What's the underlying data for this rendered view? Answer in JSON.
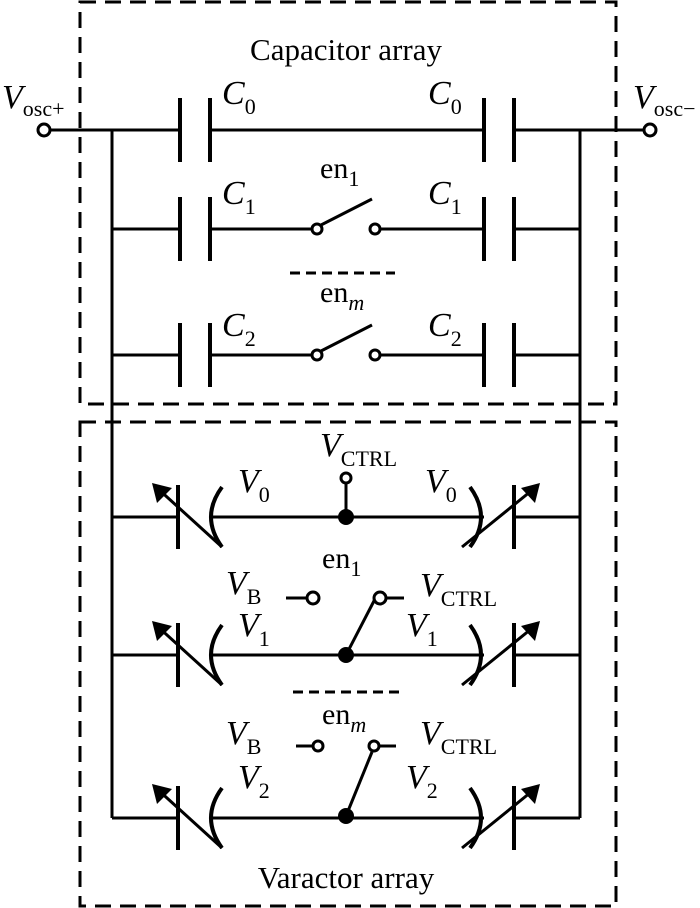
{
  "capacitor_array": {
    "title": "Capacitor array",
    "port_left": {
      "main": "V",
      "sub": "osc+"
    },
    "port_right": {
      "main": "V",
      "sub": "osc−"
    },
    "rows": [
      {
        "cap": {
          "main": "C",
          "sub": "0"
        },
        "switch": null
      },
      {
        "cap": {
          "main": "C",
          "sub": "1"
        },
        "switch": {
          "main": "en",
          "sub": "1"
        }
      },
      {
        "cap": {
          "main": "C",
          "sub": "2"
        },
        "switch": {
          "main": "en",
          "sub": "m"
        }
      }
    ]
  },
  "varactor_array": {
    "title": "Varactor array",
    "ctrl": {
      "main": "V",
      "sub": "CTRL"
    },
    "bias": {
      "main": "V",
      "sub": "B"
    },
    "rows": [
      {
        "var": {
          "main": "V",
          "sub": "0"
        },
        "switch": null
      },
      {
        "var": {
          "main": "V",
          "sub": "1"
        },
        "switch": {
          "main": "en",
          "sub": "1"
        }
      },
      {
        "var": {
          "main": "V",
          "sub": "2"
        },
        "switch": {
          "main": "en",
          "sub": "m"
        }
      }
    ]
  }
}
